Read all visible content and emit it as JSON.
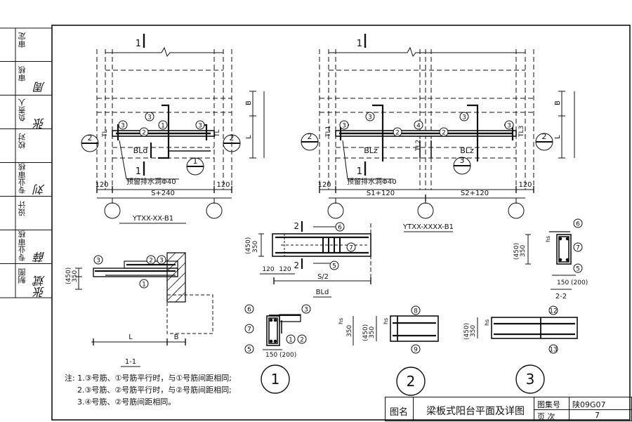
{
  "sheet": {
    "side_labels": [
      "制图",
      "专业审核",
      "设计",
      "专业审核",
      "校对",
      "负责人",
      "审核",
      "审定"
    ],
    "side_signatures": [
      "张斌",
      "薛",
      "刘",
      "张",
      "周"
    ],
    "title_block": {
      "name_label": "图名",
      "title": "梁板式阳台平面及详图",
      "atlas_label": "图集号",
      "atlas_no": "陕09G07",
      "page_label": "页 次",
      "page_no": "7"
    }
  },
  "plan_left": {
    "caption": "YTXX-XX-B1",
    "section_mark": "1",
    "bl_label": "BLd",
    "tl_label": "TL",
    "drain_note": "预留排水洞Φ40",
    "dim_left": "120",
    "dim_right": "120",
    "dim_span": "S+240",
    "dim_side": "B",
    "dim_l": "L",
    "detail_ref": "2",
    "rebars": [
      "3",
      "2",
      "1",
      "3",
      "3"
    ],
    "sample_mark": "1"
  },
  "plan_right": {
    "caption": "YTXX-XXXX-B1",
    "section_mark": "1",
    "bl_labels": [
      "BLz",
      "BLz"
    ],
    "tl_labels": [
      "TL1",
      "TL2",
      "TL3"
    ],
    "drain_note": "预留排水洞Φ40",
    "dim_left": "120",
    "dim_right": "120",
    "dim_span1": "S1+120",
    "dim_span2": "S2+120",
    "dim_side": "B",
    "dim_l": "L",
    "detail_ref": "2",
    "rebars": [
      "3",
      "2",
      "4",
      "2",
      "3",
      "3",
      "3"
    ],
    "sample_mark": "3"
  },
  "section_1_1": {
    "caption": "1-1",
    "rebars": [
      "3",
      "2",
      "3",
      "1"
    ],
    "dim_450": "(450)",
    "dim_350": "350",
    "dim_l": "L",
    "dim_b": "B"
  },
  "beam_bld": {
    "caption": "BLd",
    "section_mark": "2",
    "rebars": [
      "6",
      "7",
      "5"
    ],
    "dim_h": "(450)",
    "dim_h2": "350",
    "dim_120a": "120",
    "dim_120b": "120",
    "dim_span": "S/2"
  },
  "section_2_2": {
    "caption": "2-2",
    "rebars": [
      "6",
      "7",
      "5"
    ],
    "dim_h": "(450)",
    "dim_h2": "350",
    "dim_w": "150 (200)",
    "dim_hs": "hs"
  },
  "detail_1": {
    "label": "1",
    "rebars": [
      "6",
      "3",
      "7",
      "1",
      "2",
      "5"
    ],
    "dim_h": "350",
    "dim_w": "150 (200)",
    "dim_hs": "hs"
  },
  "detail_2": {
    "label": "2",
    "rebars": [
      "8",
      "9"
    ],
    "dim_h": "(450)",
    "dim_h2": "350",
    "dim_hs": "hs"
  },
  "detail_3": {
    "label": "3",
    "rebars": [
      "12",
      "13"
    ],
    "dim_h": "(450)",
    "dim_h2": "350",
    "dim_hs": "hs"
  },
  "notes": {
    "prefix": "注:",
    "items": [
      "1.③号筋、①号筋平行时，与①号筋间距相同;",
      "2.③号筋、②号筋平行时，与②号筋间距相同;",
      "3.④号筋、②号筋间距相同。"
    ]
  }
}
